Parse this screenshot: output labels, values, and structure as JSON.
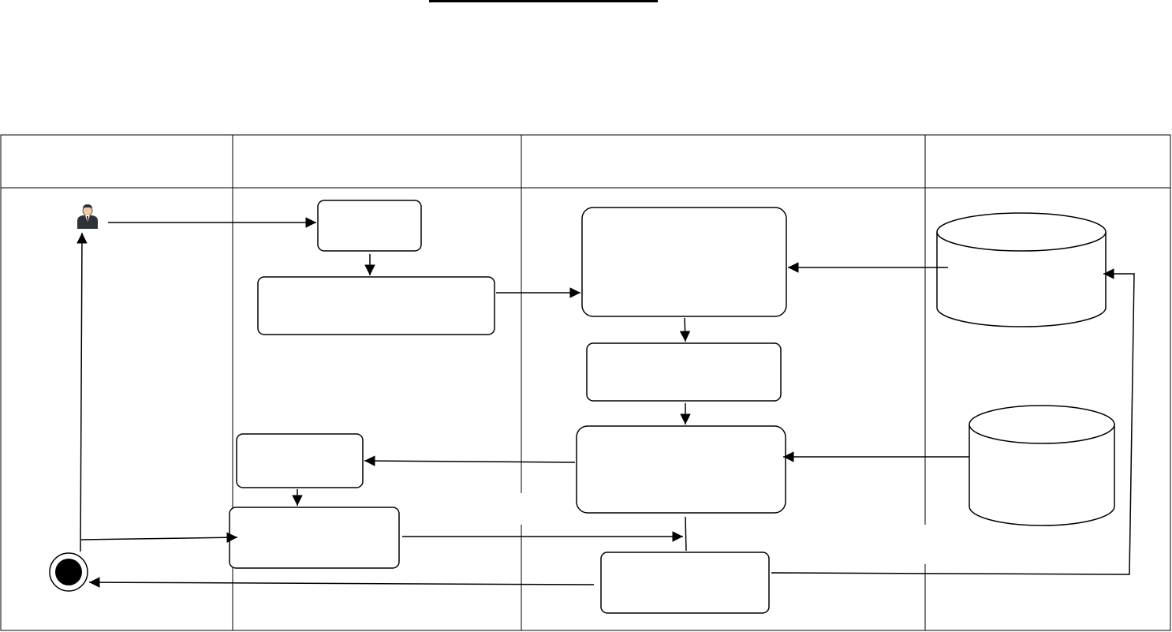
{
  "diagram": {
    "type": "swimlane-activity-diagram",
    "colors": {
      "line": "#000000",
      "background": "#ffffff",
      "initial_node_fill": "#000000"
    },
    "actor_icon": "user-icon",
    "lanes": [
      {
        "id": "lane-1",
        "label": ""
      },
      {
        "id": "lane-2",
        "label": ""
      },
      {
        "id": "lane-3",
        "label": ""
      },
      {
        "id": "lane-4",
        "label": ""
      }
    ],
    "nodes": [
      {
        "id": "actor",
        "kind": "actor",
        "label": ""
      },
      {
        "id": "end-node",
        "kind": "final-node",
        "label": ""
      },
      {
        "id": "step-1",
        "kind": "activity",
        "label": ""
      },
      {
        "id": "step-2",
        "kind": "activity",
        "label": ""
      },
      {
        "id": "step-3",
        "kind": "activity",
        "label": ""
      },
      {
        "id": "step-4",
        "kind": "activity",
        "label": ""
      },
      {
        "id": "step-5",
        "kind": "activity",
        "label": ""
      },
      {
        "id": "step-6",
        "kind": "activity",
        "label": ""
      },
      {
        "id": "step-7",
        "kind": "activity",
        "label": ""
      },
      {
        "id": "step-8",
        "kind": "activity",
        "label": ""
      },
      {
        "id": "db-1",
        "kind": "datastore",
        "label": ""
      },
      {
        "id": "db-2",
        "kind": "datastore",
        "label": ""
      }
    ],
    "edges": [
      {
        "from": "actor",
        "to": "step-1"
      },
      {
        "from": "step-1",
        "to": "step-2"
      },
      {
        "from": "step-2",
        "to": "step-3"
      },
      {
        "from": "db-1",
        "to": "step-3"
      },
      {
        "from": "step-3",
        "to": "step-4"
      },
      {
        "from": "step-4",
        "to": "step-5"
      },
      {
        "from": "db-2",
        "to": "step-5"
      },
      {
        "from": "step-5",
        "to": "step-6"
      },
      {
        "from": "step-6",
        "to": "step-7"
      },
      {
        "from": "step-7",
        "to": "step-8"
      },
      {
        "from": "step-8",
        "to": "db-1"
      },
      {
        "from": "step-8",
        "to": "end-node"
      },
      {
        "from": "end-node",
        "to": "actor"
      },
      {
        "from": "end-node",
        "to": "step-7"
      }
    ]
  }
}
